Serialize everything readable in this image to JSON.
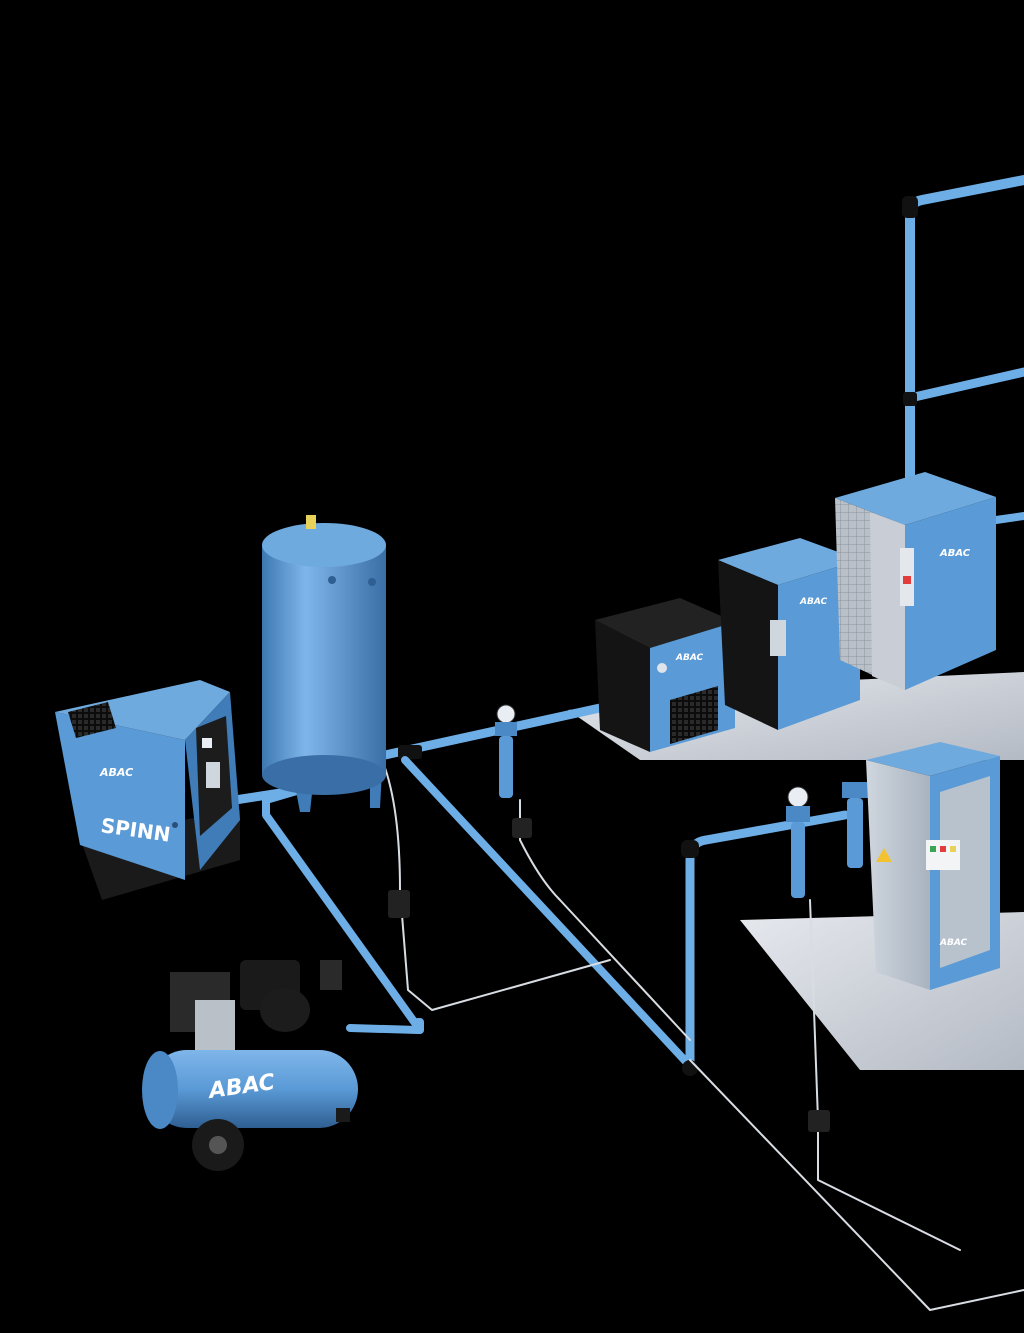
{
  "brand": "ABAC",
  "screw_compressor": {
    "brand": "ABAC",
    "model": "SPINN"
  },
  "piston_compressor": {
    "brand": "ABAC"
  },
  "dryer_small": {
    "brand": "ABAC"
  },
  "dryer_medium": {
    "brand": "ABAC"
  },
  "dryer_large": {
    "brand": "ABAC"
  },
  "desiccant_dryer": {
    "brand": "ABAC"
  },
  "colors": {
    "background": "#000000",
    "equipment_blue": "#5a9ad6",
    "equipment_blue_dark": "#3f7cb8",
    "pipe_blue": "#6eaee6",
    "pad_gray": "#c9ced6"
  }
}
